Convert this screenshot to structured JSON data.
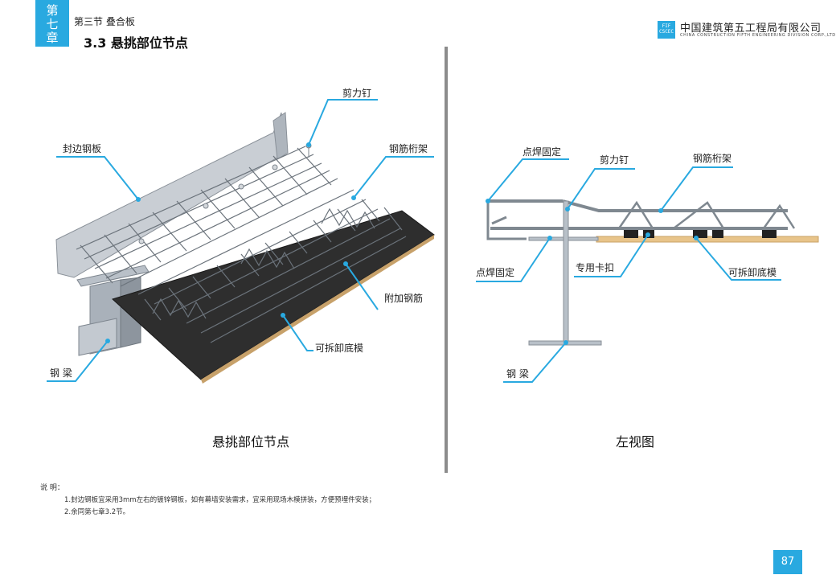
{
  "header": {
    "chapter_chars": [
      "第",
      "七",
      "章"
    ],
    "section": "第三节  叠合板",
    "subsection": "3.3  悬挑部位节点",
    "logo_text": "FIF CSCEC",
    "company_cn": "中国建筑第五工程局有限公司",
    "company_en": "CHINA CONSTRUCTION FIFTH ENGINEERING DIVISION CORP.,LTD"
  },
  "left_figure": {
    "caption": "悬挑部位节点",
    "callouts": {
      "shear_stud": "剪力钉",
      "edge_plate": "封边钢板",
      "truss": "钢筋桁架",
      "extra_rebar": "附加钢筋",
      "formwork": "可拆卸底模",
      "beam": "钢 梁"
    }
  },
  "right_figure": {
    "caption": "左视图",
    "callouts": {
      "spot_weld_top": "点焊固定",
      "shear_stud": "剪力钉",
      "truss": "钢筋桁架",
      "spot_weld_bottom": "点焊固定",
      "clip": "专用卡扣",
      "formwork": "可拆卸底模",
      "beam": "钢 梁"
    }
  },
  "notes": {
    "title": "说  明：",
    "lines": [
      "1.封边钢板宜采用3mm左右的镀锌钢板，如有幕墙安装需求，宜采用现场木模拼装，方便预埋件安装；",
      "2.余同第七章3.2节。"
    ]
  },
  "page_number": "87",
  "colors": {
    "accent": "#29a9e0",
    "leader": "#29a9e0",
    "steel": "#9aa3ad",
    "formwork_dark": "#2e2e2e",
    "formwork_wood": "#e8c48a"
  }
}
